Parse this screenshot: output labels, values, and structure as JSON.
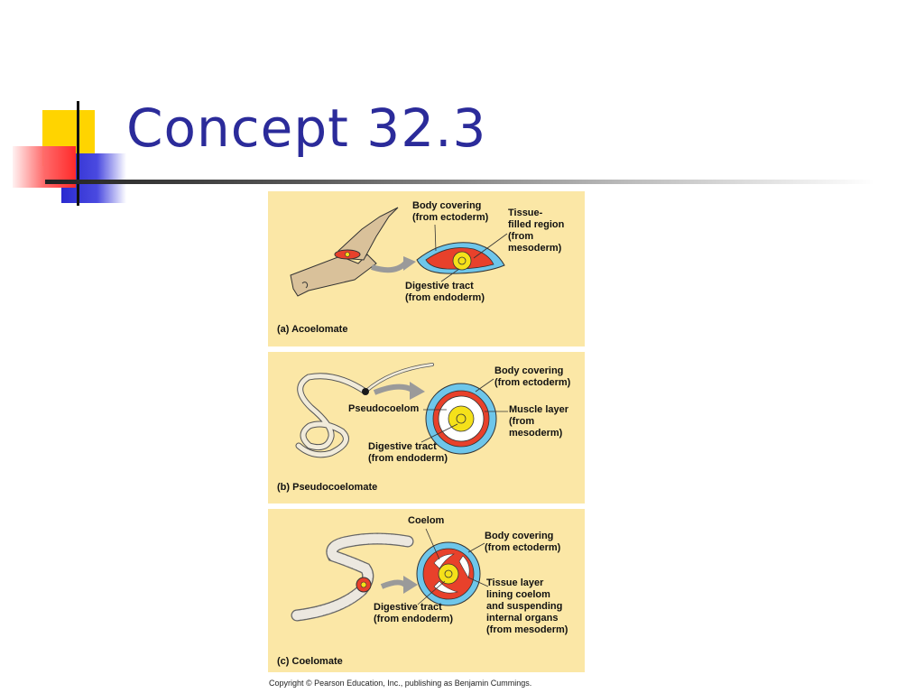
{
  "slide": {
    "title": "Concept 32.3",
    "copyright": "Copyright © Pearson Education, Inc., publishing as Benjamin Cummings."
  },
  "panels": {
    "a": {
      "caption": "(a) Acoelomate",
      "labels": {
        "body_covering": "Body covering\n(from ectoderm)",
        "tissue_filled": "Tissue-\nfilled region\n(from\nmesoderm)",
        "digestive": "Digestive tract\n(from endoderm)"
      }
    },
    "b": {
      "caption": "(b) Pseudocoelomate",
      "labels": {
        "body_covering": "Body covering\n(from ectoderm)",
        "pseudocoelom": "Pseudocoelom",
        "muscle": "Muscle layer\n(from\nmesoderm)",
        "digestive": "Digestive tract\n(from endoderm)"
      }
    },
    "c": {
      "caption": "(c) Coelomate",
      "labels": {
        "coelom": "Coelom",
        "body_covering": "Body covering\n(from ectoderm)",
        "tissue_layer": "Tissue layer\nlining coelom\nand suspending\ninternal organs\n(from mesoderm)",
        "digestive": "Digestive tract\n(from endoderm)"
      }
    }
  },
  "colors": {
    "title": "#2b2b9a",
    "panel_bg": "#fbe7a6",
    "ectoderm": "#6ec6ea",
    "mesoderm": "#e8412b",
    "endoderm": "#f5e11a",
    "deco_yellow": "#ffd400",
    "deco_blue": "#3333cc",
    "deco_red": "#ff3b3b"
  }
}
